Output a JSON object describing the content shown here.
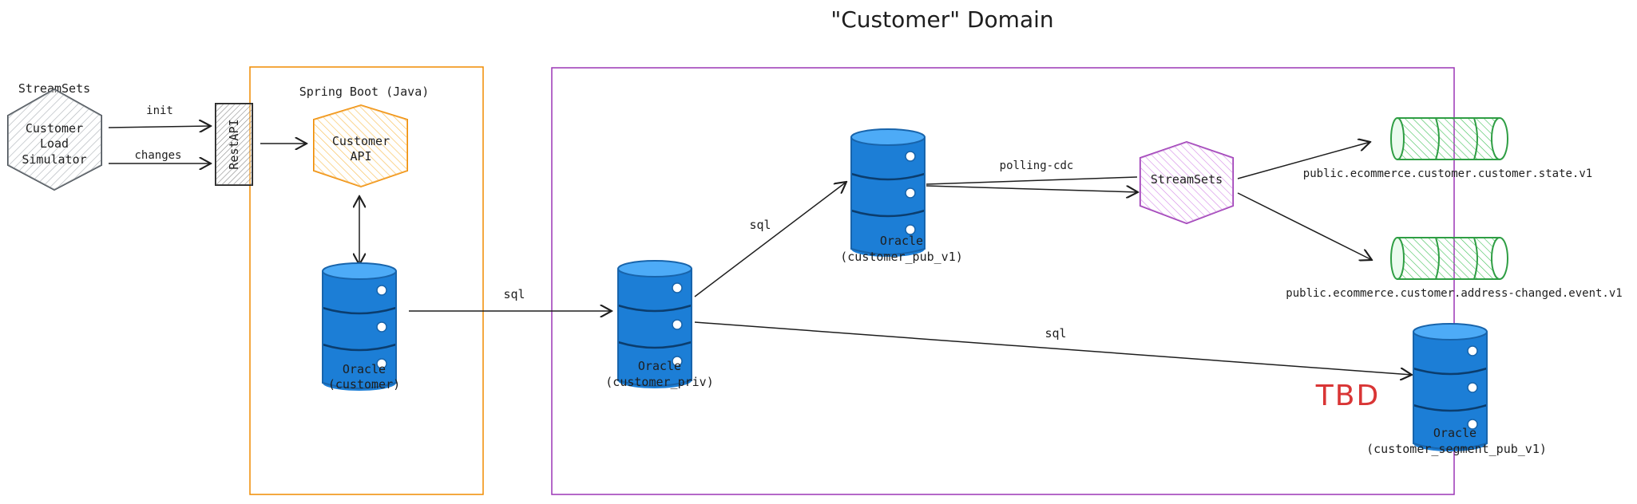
{
  "title": "\"Customer\" Domain",
  "colors": {
    "orange": "#f08c00",
    "purple": "#9c36b5",
    "db_blue": "#1c7ed6",
    "green": "#2f9e44",
    "grey": "#868e96",
    "tbd_red": "#d93535"
  },
  "nodes": {
    "streamsets_left": {
      "caption": "StreamSets",
      "lines": [
        "Customer",
        "Load",
        "Simulator"
      ]
    },
    "restapi": {
      "label": "RestAPI"
    },
    "spring_boot": {
      "caption": "Spring Boot (Java)"
    },
    "customer_api": {
      "lines": [
        "Customer",
        "API"
      ]
    },
    "oracle_customer": {
      "lines": [
        "Oracle",
        "(customer)"
      ]
    },
    "oracle_priv": {
      "lines": [
        "Oracle",
        "(customer_priv)"
      ]
    },
    "oracle_pub": {
      "lines": [
        "Oracle",
        "(customer_pub_v1)"
      ]
    },
    "streamsets_right": {
      "label": "StreamSets"
    },
    "topic_state": {
      "label": "public.ecommerce.customer.customer.state.v1"
    },
    "topic_address": {
      "label": "public.ecommerce.customer.address-changed.event.v1"
    },
    "oracle_segment": {
      "lines": [
        "Oracle",
        "(customer_segment_pub_v1)"
      ]
    },
    "tbd": {
      "label": "TBD"
    }
  },
  "edges": {
    "init": "init",
    "changes": "changes",
    "sql_priv": "sql",
    "sql_pub": "sql",
    "polling_cdc": "polling-cdc",
    "sql_segment": "sql"
  }
}
